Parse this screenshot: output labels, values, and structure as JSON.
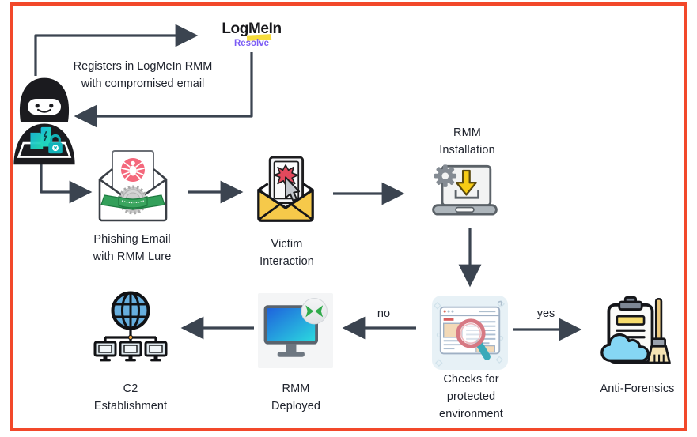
{
  "frame": {
    "border_color": "#F2482A",
    "background": "#FFFFFF"
  },
  "arrows": {
    "color": "#3B4450"
  },
  "logo": {
    "icon": "logmein-resolve-logo",
    "brand_part1": "Log",
    "brand_part2": "Me",
    "brand_part3": "In",
    "product": "Resolve",
    "brand_color": "#17171B",
    "product_color": "#7B5CF5",
    "highlight_color": "#F6DC3D"
  },
  "annotation": {
    "line1": "Registers in LogMeIn RMM",
    "line2": "with compromised email"
  },
  "nodes": {
    "hacker": {
      "icon": "hacker-icon"
    },
    "phishing": {
      "icon": "phishing-email-icon",
      "line1": "Phishing Email",
      "line2": "with RMM Lure"
    },
    "victim": {
      "icon": "victim-interaction-icon",
      "line1": "Victim",
      "line2": "Interaction"
    },
    "rmm_installation": {
      "icon": "rmm-installation-icon",
      "line1": "RMM",
      "line2": "Installation"
    },
    "checks": {
      "icon": "environment-check-icon",
      "line1": "Checks for",
      "line2": "protected",
      "line3": "environment"
    },
    "rmm_deployed": {
      "icon": "rmm-deployed-icon",
      "line1": "RMM",
      "line2": "Deployed"
    },
    "c2": {
      "icon": "c2-network-icon",
      "line1": "C2",
      "line2": "Establishment"
    },
    "anti_forensics": {
      "icon": "anti-forensics-icon",
      "label": "Anti-Forensics"
    }
  },
  "edge_labels": {
    "yes": "yes",
    "no": "no"
  }
}
